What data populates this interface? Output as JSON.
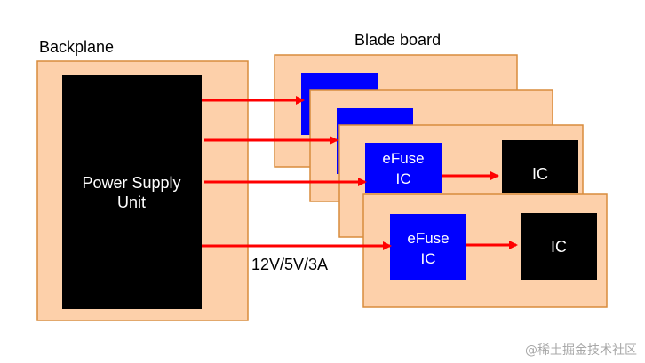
{
  "labels": {
    "backplane": "Backplane",
    "blade_board": "Blade board",
    "psu_line1": "Power Supply",
    "psu_line2": "Unit",
    "voltage": "12V/5V/3A",
    "efuse_line1": "eFuse",
    "efuse_line2": "IC",
    "ic": "IC",
    "watermark": "@稀土掘金技术社区"
  },
  "colors": {
    "board_fill": "#fdd0aa",
    "board_stroke": "#d88c3c",
    "psu_fill": "#000000",
    "efuse_fill": "#0000ff",
    "ic_fill": "#000000",
    "arrow": "#ff0000",
    "text_dark": "#000000",
    "text_light": "#ffffff",
    "watermark": "#a8a8a8"
  }
}
